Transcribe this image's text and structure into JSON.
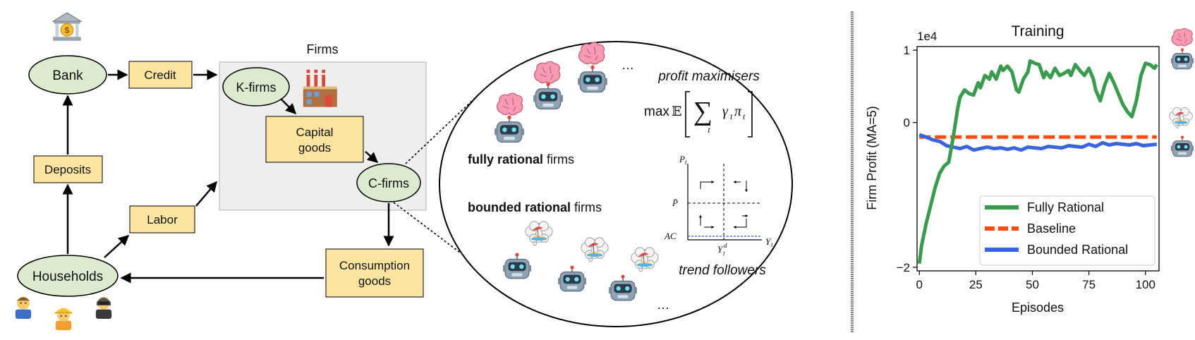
{
  "diagram": {
    "nodes": {
      "bank": "Bank",
      "credit": "Credit",
      "deposits": "Deposits",
      "labor": "Labor",
      "households": "Households",
      "firms_title": "Firms",
      "k_firms": "K-firms",
      "capital_goods": [
        "Capital",
        "goods"
      ],
      "c_firms": "C-firms",
      "consumption_goods": [
        "Consumption",
        "goods"
      ]
    },
    "colors": {
      "ellipse_fill": "#dcebd0",
      "box_fill": "#fde4a0",
      "firms_bg": "#eeeeee"
    },
    "zoom": {
      "ellipsis": "…",
      "profit_maximisers": "profit maximisers",
      "objective": {
        "max": "max",
        "E": "𝔼",
        "sum": "∑",
        "sub_t": "t",
        "term": "γ",
        "term_sub": "t",
        "pi": "π",
        "pi_sub": "t"
      },
      "fully_rational_bold": "fully rational",
      "fully_rational_rest": " firms",
      "bounded_rational_bold": "bounded rational",
      "bounded_rational_rest": " firms",
      "trend_followers": "trend followers",
      "mini_chart": {
        "y_label": "P",
        "y_sub": "t",
        "pbar": "P̄",
        "ac": "AC",
        "x_label": "Y",
        "x_sub": "t",
        "ytd": "Y",
        "ytd_sub": "t",
        "ytd_sup": "d"
      }
    }
  },
  "chart_data": {
    "type": "line",
    "title": "Training",
    "xlabel": "Episodes",
    "ylabel": "Firm Profit (MA=5)",
    "offset_text": "1e4",
    "xlim": [
      -1,
      106
    ],
    "ylim": [
      -2.05,
      1.05
    ],
    "xticks": [
      0,
      25,
      50,
      75,
      100
    ],
    "yticks": [
      1,
      0,
      -2
    ],
    "ytick_labels": [
      "1",
      "0",
      "−2"
    ],
    "legend_position": "lower right",
    "series": [
      {
        "name": "Fully Rational",
        "color": "#3a9a4e",
        "style": "solid",
        "x": [
          0,
          1,
          3,
          5,
          7,
          9,
          11,
          13,
          15,
          17,
          18,
          20,
          22,
          24,
          26,
          27,
          29,
          31,
          32,
          34,
          36,
          37,
          39,
          41,
          43,
          44,
          46,
          48,
          49,
          51,
          53,
          55,
          56,
          58,
          60,
          62,
          64,
          66,
          67,
          69,
          71,
          73,
          75,
          77,
          78,
          80,
          82,
          84,
          86,
          88,
          90,
          92,
          94,
          96,
          98,
          100,
          102,
          104,
          105
        ],
        "y": [
          -1.95,
          -1.7,
          -1.4,
          -1.15,
          -0.9,
          -0.7,
          -0.6,
          -0.55,
          -0.2,
          0.2,
          0.35,
          0.45,
          0.4,
          0.38,
          0.55,
          0.48,
          0.65,
          0.6,
          0.7,
          0.6,
          0.78,
          0.72,
          0.78,
          0.7,
          0.45,
          0.42,
          0.6,
          0.7,
          0.85,
          0.82,
          0.8,
          0.62,
          0.7,
          0.62,
          0.75,
          0.65,
          0.68,
          0.72,
          0.65,
          0.8,
          0.72,
          0.65,
          0.75,
          0.6,
          0.45,
          0.3,
          0.52,
          0.68,
          0.55,
          0.4,
          0.25,
          0.15,
          0.08,
          0.3,
          0.65,
          0.82,
          0.8,
          0.75,
          0.8
        ]
      },
      {
        "name": "Baseline",
        "color": "#ff4a14",
        "style": "dashed",
        "x": [
          0,
          105
        ],
        "y": [
          -0.2,
          -0.2
        ]
      },
      {
        "name": "Bounded Rational",
        "color": "#3a64dc",
        "style": "solid",
        "x": [
          0,
          3,
          6,
          9,
          12,
          15,
          18,
          21,
          24,
          27,
          30,
          33,
          36,
          39,
          42,
          45,
          48,
          51,
          54,
          57,
          60,
          63,
          66,
          69,
          72,
          75,
          78,
          81,
          84,
          87,
          90,
          93,
          96,
          99,
          102,
          105
        ],
        "y": [
          -0.17,
          -0.2,
          -0.24,
          -0.26,
          -0.32,
          -0.34,
          -0.36,
          -0.33,
          -0.38,
          -0.36,
          -0.34,
          -0.36,
          -0.35,
          -0.37,
          -0.35,
          -0.38,
          -0.34,
          -0.35,
          -0.36,
          -0.33,
          -0.34,
          -0.35,
          -0.32,
          -0.33,
          -0.34,
          -0.3,
          -0.33,
          -0.28,
          -0.31,
          -0.29,
          -0.3,
          -0.31,
          -0.29,
          -0.32,
          -0.31,
          -0.3
        ]
      }
    ]
  }
}
